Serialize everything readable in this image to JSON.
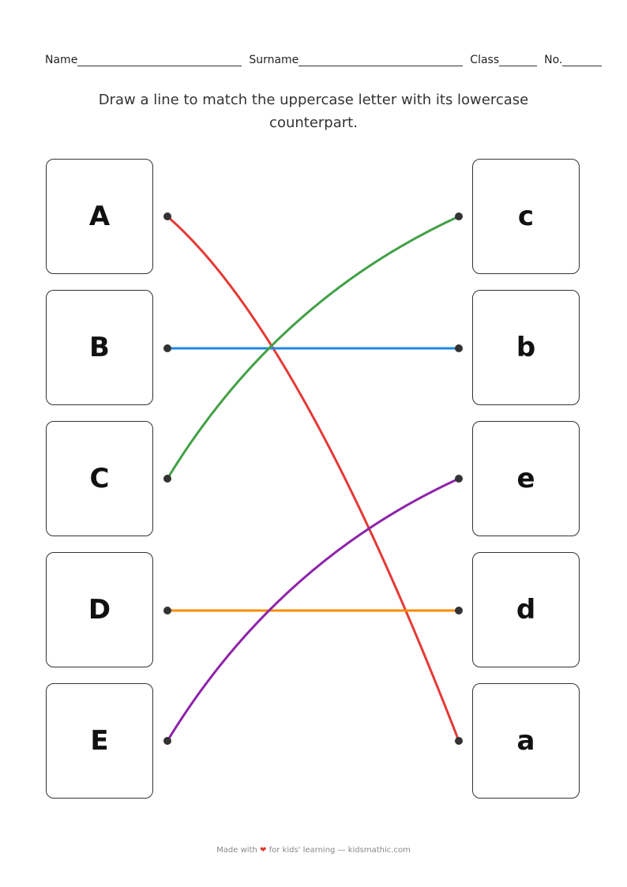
{
  "header": {
    "name_label": "Name",
    "surname_label": "Surname",
    "class_label": "Class",
    "no_label": "No."
  },
  "instruction": "Draw a line to match the uppercase letter with its lowercase counterpart.",
  "left": [
    "A",
    "B",
    "C",
    "D",
    "E"
  ],
  "right": [
    "c",
    "b",
    "e",
    "d",
    "a"
  ],
  "matches": [
    {
      "from": "A",
      "to": "a",
      "color": "#e53935"
    },
    {
      "from": "B",
      "to": "b",
      "color": "#1e88e5"
    },
    {
      "from": "C",
      "to": "c",
      "color": "#43a047"
    },
    {
      "from": "D",
      "to": "d",
      "color": "#fb8c00"
    },
    {
      "from": "E",
      "to": "e",
      "color": "#8e24aa"
    }
  ],
  "footer": {
    "prefix": "Made with",
    "heart": "❤",
    "suffix": "for kids' learning — kidsmathic.com"
  }
}
